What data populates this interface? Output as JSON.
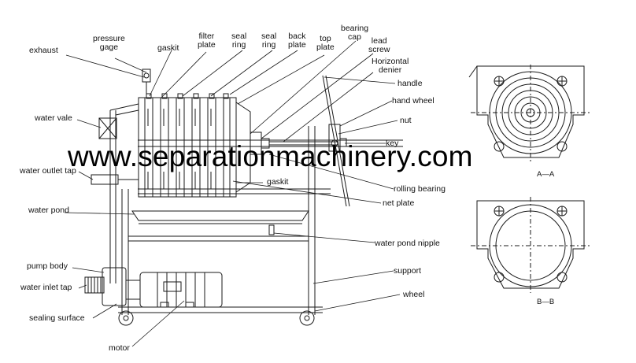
{
  "labels": {
    "exhaust": "exhaust",
    "pressure_gage": "pressure\ngage",
    "gaskit_top": "gaskit",
    "filter_plate": "filter\nplate",
    "seal_ring_1": "seal\nring",
    "seal_ring_2": "seal\nring",
    "back_plate": "back\nplate",
    "top_plate": "top\nplate",
    "bearing_cap": "bearing\ncap",
    "lead_screw": "lead\nscrew",
    "horizontal_denier": "Horizontal\ndenier",
    "handle": "handle",
    "hand_wheel": "hand wheel",
    "nut": "nut",
    "key": "key",
    "water_vale": "water vale",
    "water_outlet_tap": "water outlet tap",
    "gaskit_mid": "gaskit",
    "rolling_bearing": "rolling bearing",
    "net_plate": "net plate",
    "water_pond": "water pond",
    "water_pond_nipple": "water pond nipple",
    "pump_body": "pump body",
    "support": "support",
    "water_inlet_tap": "water inlet tap",
    "wheel": "wheel",
    "sealing_surface": "sealing surface",
    "motor": "motor",
    "section_aa": "A—A",
    "section_bb": "B—B"
  },
  "watermark": "www.separationmachinery.com"
}
